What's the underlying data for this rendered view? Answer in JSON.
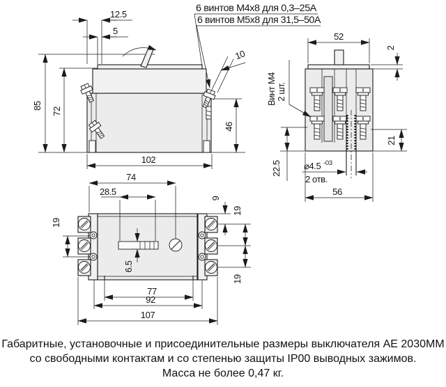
{
  "annotations": {
    "screws_small": "6 винтов М4х8 для 0,3–25А",
    "screws_large": "6 винтов М5х8 для 31,5–50А",
    "screw_m4": "Винт М4",
    "screw_m4_qty": "2 шт.",
    "hole_diameter": "⌀4.5",
    "hole_tolerance": "-03",
    "hole_qty": "2 отв."
  },
  "dimensions": {
    "front_view": {
      "lever_offset": "12.5",
      "lever_slot": "5",
      "overall_height": "85",
      "body_height": "72",
      "screw_length": "10",
      "terminal_height": "46",
      "overall_width": "102"
    },
    "side_view": {
      "cover_width": "52",
      "cover_lip": "2",
      "terminal_to_base": "21",
      "screw_to_base": "22.5",
      "overall_depth": "56"
    },
    "plan_view": {
      "handle_center": "74",
      "slot_center": "28.5",
      "edge_to_pole": "9",
      "pole_pitch_top": "19",
      "aux_pitch": "19",
      "pole_pitch_bottom": "19",
      "slot_width": "6.5",
      "hole_span": "77",
      "body_width": "92",
      "overall_width": "107"
    }
  },
  "caption": {
    "line1": "Габаритные, установочные и присоединительные размеры  выключателя АЕ 2030ММ",
    "line2": "со свободными  контактам и со степенью защиты IP00 выводных зажимов.",
    "line3": "Масса не более 0,47 кг."
  }
}
